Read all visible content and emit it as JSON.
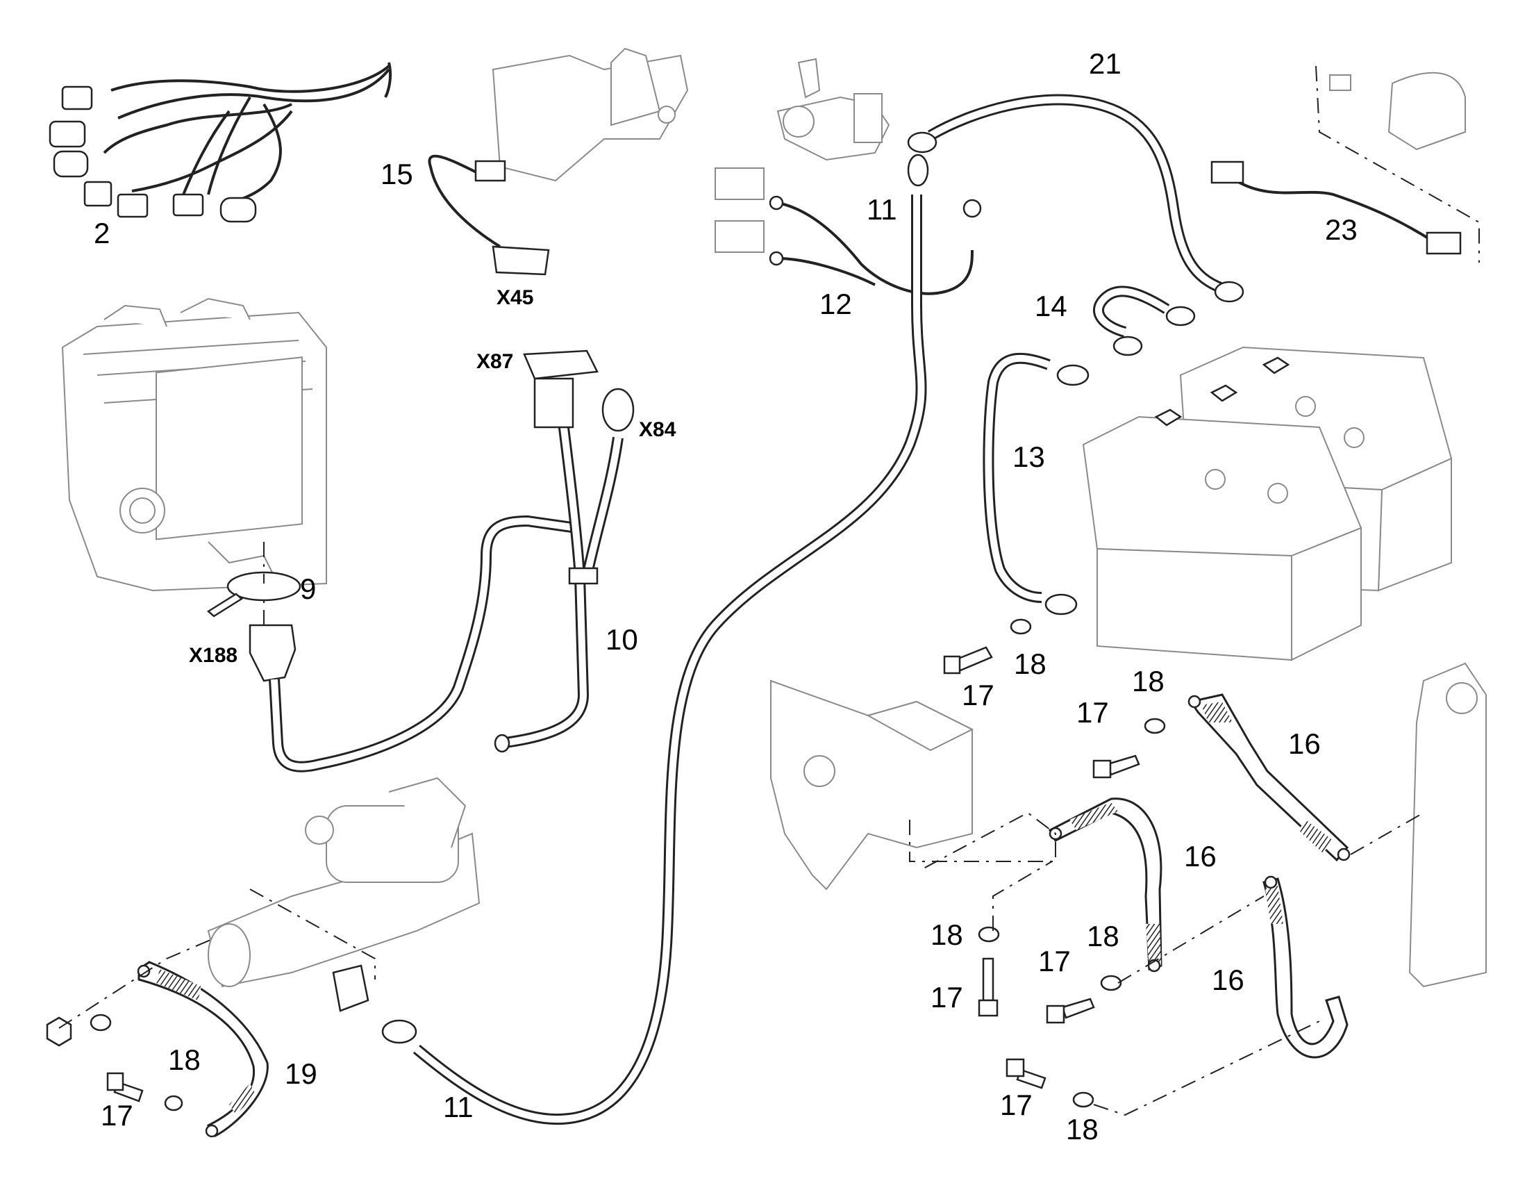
{
  "callouts": {
    "c2": "2",
    "c9": "9",
    "c10": "10",
    "c11a": "11",
    "c11b": "11",
    "c12": "12",
    "c13": "13",
    "c14": "14",
    "c15": "15",
    "c16a": "16",
    "c16b": "16",
    "c16c": "16",
    "c17a": "17",
    "c17b": "17",
    "c17c": "17",
    "c17d": "17",
    "c17e": "17",
    "c17f": "17",
    "c18a": "18",
    "c18b": "18",
    "c18c": "18",
    "c18d": "18",
    "c18e": "18",
    "c18f": "18",
    "c19": "19",
    "c21": "21",
    "c23": "23"
  },
  "connectors": {
    "x45": "X45",
    "x84": "X84",
    "x87": "X87",
    "x188": "X188"
  },
  "icons": [
    "wiring-harness",
    "engine",
    "starter-motor",
    "battery",
    "battery-isolator-switch",
    "relay",
    "ground-strap",
    "bolt",
    "washer",
    "nut",
    "bracket",
    "cable-tie"
  ]
}
